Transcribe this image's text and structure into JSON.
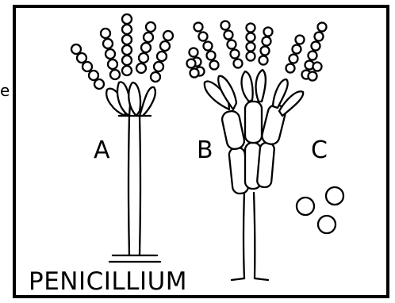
{
  "labels": {
    "panel_a": "A",
    "panel_b": "B",
    "panel_c": "C",
    "title": "PENICILLIUM",
    "edge_fragment": "e"
  },
  "colors": {
    "ink": "#000000",
    "paper": "#ffffff"
  }
}
